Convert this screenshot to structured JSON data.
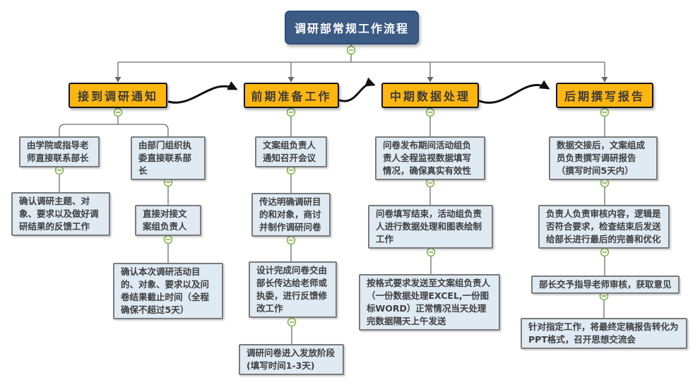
{
  "title": "调研部常规工作流程",
  "columns": [
    {
      "header": "接到调研通知",
      "branches": [
        {
          "steps": [
            "由学院或指导老师直接联系部长",
            "确认调研主题、对象、要求以及做好调研结果的反馈工作"
          ]
        },
        {
          "steps": [
            "由部门组织执委直接联系部长",
            "直接对接文案组负责人",
            "确认本次调研活动目的、对象、要求以及问卷结果截止时间（全程确保不超过5天）"
          ]
        }
      ]
    },
    {
      "header": "前期准备工作",
      "steps": [
        "文案组负责人通知召开会议",
        "传达明确调研目的和对象，商讨并制作调研问卷",
        "设计完成问卷交由部长传达给老师或执委，进行反馈修改工作",
        "调研问卷进入发放阶段(填写时间1-3天)"
      ]
    },
    {
      "header": "中期数据处理",
      "steps": [
        "问卷发布期间活动组负责人全程监视数据填写情况，确保真实有效性",
        "问卷填写结束，活动组负责人进行数据处理和图表绘制工作",
        "按格式要求发送至文案组负责人（一份数据处理EXCEL,一份图标WORD）正常情况当天处理完数据隔天上午发送"
      ]
    },
    {
      "header": "后期撰写报告",
      "steps": [
        "数据交接后，文案组成员负责撰写调研报告（撰写时间5天内）",
        "负责人负责审核内容，逻辑是否符合要求，检查结束后发送给部长进行最后的完善和优化",
        "部长交予指导老师审核，获取意见",
        "针对指定工作，将最终定稿报告转化为PPT格式，召开思想交流会"
      ]
    }
  ],
  "icons": {
    "collapse_icon": "minus-in-circle"
  },
  "colors": {
    "title_fill": "#3C5B84",
    "title_border": "#31507A",
    "header_fill": "#FFB60F",
    "header_border": "#141414",
    "step_fill": "#DFEAF3",
    "step_border": "#7B7B7B",
    "connector_gray": "#6E6E6E",
    "collapse_green": "#7CB342",
    "relation_arrow": "#111111",
    "text_dark": "#3F3F3F",
    "text_white": "#FFFFFF"
  }
}
